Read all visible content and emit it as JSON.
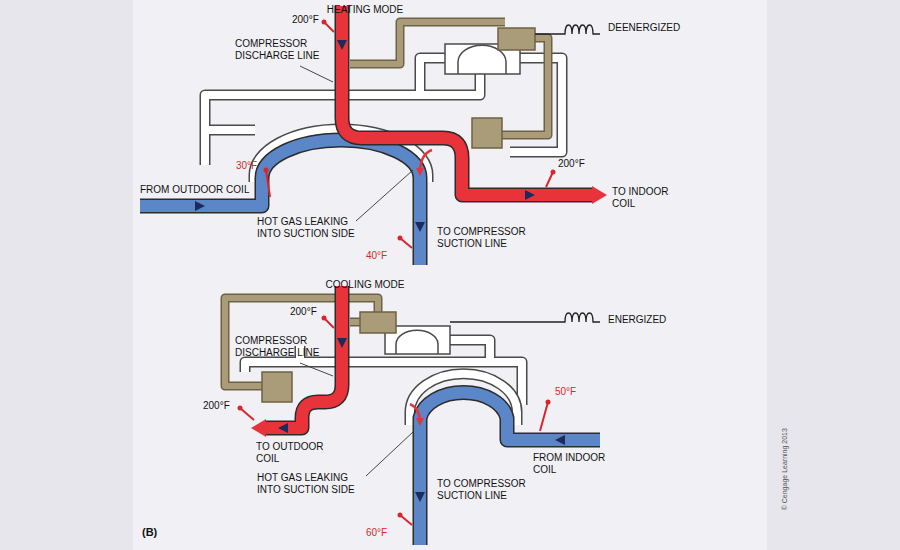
{
  "diagram": {
    "labels": [
      "HEATING MODE",
      "200°F",
      "COMPRESSOR DISCHARGE LINE",
      "DEENERGIZED",
      "30°F",
      "200°F",
      "FROM OUTDOOR COIL",
      "TO INDOOR COIL",
      "HOT GAS LEAKING INTO SUCTION SIDE",
      "TO COMPRESSOR SUCTION LINE",
      "40°F",
      "COOLING MODE",
      "200°F",
      "COMPRESSOR DISCHARGE LINE",
      "ENERGIZED",
      "200°F",
      "TO OUTDOOR COIL",
      "50°F",
      "FROM INDOOR COIL",
      "HOT GAS LEAKING INTO SUCTION SIDE",
      "TO COMPRESSOR SUCTION LINE",
      "60°F",
      "(B)",
      "© Cengage Learning 2013"
    ]
  }
}
